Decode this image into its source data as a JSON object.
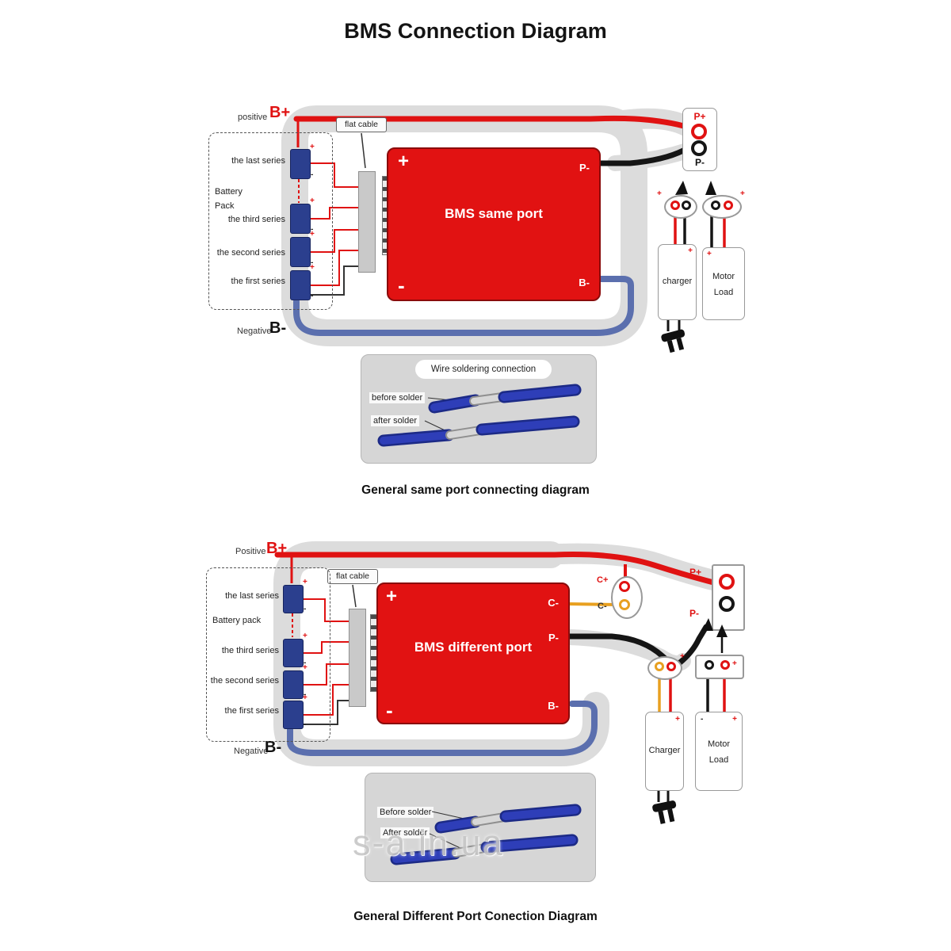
{
  "title": "BMS Connection Diagram",
  "watermark": "s-a.in.ua",
  "signs": {
    "plus": "+",
    "minus": "-"
  },
  "colors": {
    "wire_red": "#e01212",
    "wire_black": "#111111",
    "wire_blue": "#5b6fae",
    "wire_yellow": "#e8a020",
    "board_red": "#e11212",
    "cell_blue": "#2b3f8e"
  },
  "same_port": {
    "positive": "positive",
    "b_plus": "B+",
    "negative": "Negative",
    "b_minus": "B-",
    "flat_cable": "flat cable",
    "battery_pack_1": "Battery",
    "battery_pack_2": "Pack",
    "series": [
      "the last series",
      "the third series",
      "the second series",
      "the first series"
    ],
    "board": {
      "title": "BMS same port",
      "plus": "+",
      "minus": "-",
      "p_minus": "P-",
      "b_minus": "B-"
    },
    "p_plus": "P+",
    "p_minus": "P-",
    "charger": "charger",
    "motor_1": "Motor",
    "motor_2": "Load",
    "solder": {
      "title": "Wire soldering connection",
      "before": "before solder",
      "after": "after solder"
    },
    "caption": "General same port connecting diagram"
  },
  "diff_port": {
    "positive": "Positive",
    "b_plus": "B+",
    "negative": "Negative",
    "b_minus": "B-",
    "flat_cable": "flat cable",
    "battery_pack": "Battery pack",
    "series": [
      "the last series",
      "the third series",
      "the second series",
      "the first series"
    ],
    "board": {
      "title": "BMS different port",
      "plus": "+",
      "minus": "-",
      "c_minus": "C-",
      "p_minus": "P-",
      "b_minus": "B-"
    },
    "c_plus": "C+",
    "c_minus": "C-",
    "p_plus": "P+",
    "p_minus": "P-",
    "charger": "Charger",
    "motor_1": "Motor",
    "motor_2": "Load",
    "solder": {
      "before": "Before solder",
      "after": "After solder"
    },
    "caption": "General Different Port Conection Diagram"
  }
}
